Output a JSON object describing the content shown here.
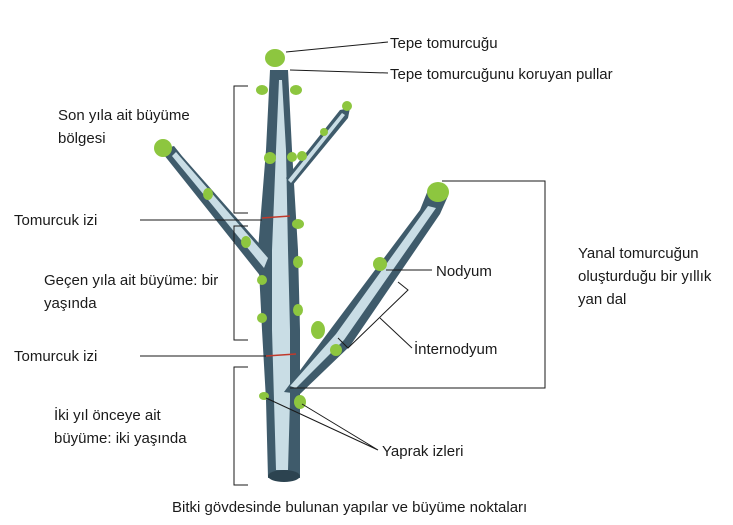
{
  "labels": {
    "apical_bud": "Tepe tomurcuğu",
    "bud_scales": "Tepe tomurcuğunu koruyan pullar",
    "last_year_growth": [
      "Son yıla ait büyüme",
      "bölgesi"
    ],
    "bud_scar_1": "Tomurcuk izi",
    "previous_year_growth": [
      "Geçen yıla ait büyüme: bir",
      "yaşında"
    ],
    "bud_scar_2": "Tomurcuk izi",
    "two_years_growth": [
      "İki yıl önceye ait",
      "büyüme: iki yaşında"
    ],
    "node": "Nodyum",
    "internode": "İnternodyum",
    "lateral_branch": [
      "Yanal tomurcuğun",
      "oluşturduğu bir yıllık",
      "yan dal"
    ],
    "leaf_scars": "Yaprak izleri"
  },
  "caption": "Bitki gövdesinde bulunan yapılar ve büyüme noktaları",
  "colors": {
    "bark": "#3f5b6b",
    "inner": "#c9dde5",
    "bud": "#8dc63f",
    "scar": "#c0392b"
  }
}
